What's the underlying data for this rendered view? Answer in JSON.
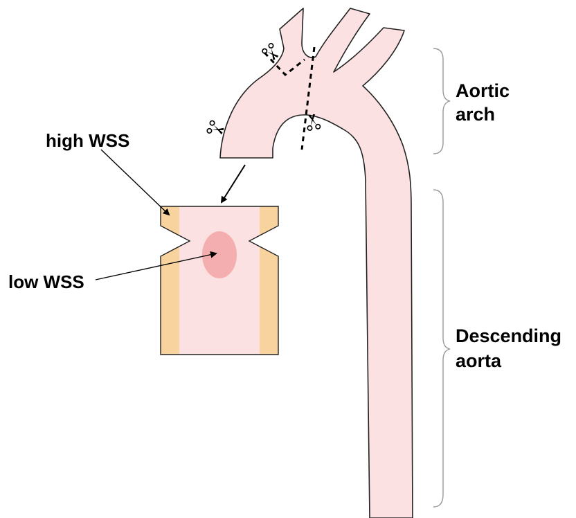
{
  "labels": {
    "high_wss": "high WSS",
    "low_wss": "low WSS",
    "aortic_arch_line1": "Aortic",
    "aortic_arch_line2": "arch",
    "descending_line1": "Descending",
    "descending_line2": "aorta"
  },
  "colors": {
    "vessel_fill": "#fbe1e2",
    "tissue_band": "#f8d39e",
    "low_wss_spot": "#f4aeb0",
    "outline": "#222222"
  },
  "icons": {
    "cut_marker": "scissors-icon"
  }
}
